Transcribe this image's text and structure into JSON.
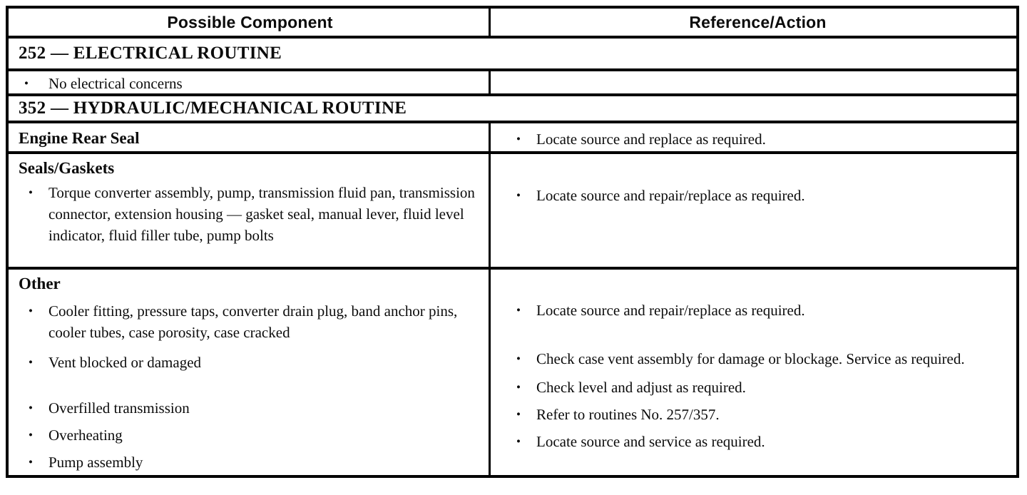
{
  "header": {
    "col1": "Possible Component",
    "col2": "Reference/Action"
  },
  "glyphs": {
    "bullet": "•"
  },
  "sections": {
    "electrical": {
      "title": "252 — ELECTRICAL ROUTINE",
      "rows": [
        {
          "component_bullets": [
            "No electrical concerns"
          ],
          "actions": []
        }
      ]
    },
    "hydraulic": {
      "title": "352 — HYDRAULIC/MECHANICAL ROUTINE",
      "rows": [
        {
          "component_title": "Engine Rear Seal",
          "actions": [
            "Locate source and replace as required."
          ]
        },
        {
          "component_title": "Seals/Gaskets",
          "component_bullets": [
            "Torque converter assembly, pump, transmission fluid pan, transmission connector, extension housing — gasket seal, manual lever, fluid level indicator, fluid filler tube, pump bolts"
          ],
          "actions": [
            "Locate source and repair/replace as required."
          ]
        },
        {
          "component_title": "Other",
          "component_bullets": [
            "Cooler fitting, pressure taps, converter drain plug, band anchor pins, cooler tubes, case porosity, case cracked",
            "Vent blocked or damaged",
            "Overfilled transmission",
            "Overheating",
            "Pump assembly"
          ],
          "actions": [
            "Locate source and repair/replace as required.",
            "Check case vent assembly for damage or blockage. Service as required.",
            "Check level and adjust as required.",
            "Refer to routines No. 257/357.",
            "Locate source and service as required."
          ]
        }
      ]
    }
  }
}
